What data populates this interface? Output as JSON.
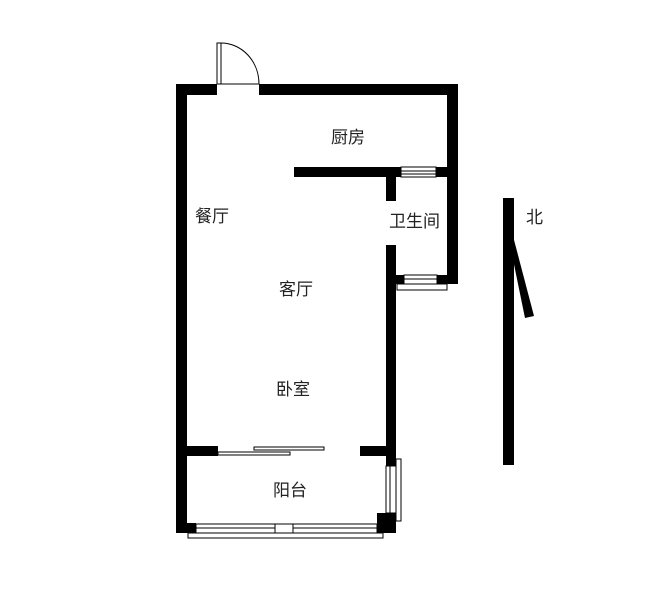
{
  "floorplan": {
    "rooms": [
      {
        "id": "kitchen",
        "label": "厨房"
      },
      {
        "id": "dining",
        "label": "餐厅"
      },
      {
        "id": "bathroom",
        "label": "卫生间"
      },
      {
        "id": "living",
        "label": "客厅"
      },
      {
        "id": "bedroom",
        "label": "卧室"
      },
      {
        "id": "balcony",
        "label": "阳台"
      }
    ],
    "compass": {
      "label": "北"
    },
    "colors": {
      "wall": "#000000",
      "background": "#ffffff",
      "line": "#000000"
    }
  }
}
